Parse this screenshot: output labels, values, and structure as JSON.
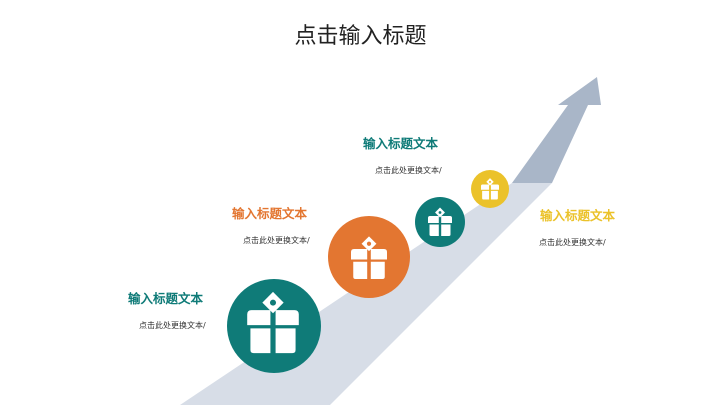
{
  "title": "点击输入标题",
  "colors": {
    "teal": "#0f7b78",
    "orange": "#e37631",
    "yellow": "#ebc22a",
    "band": "#d7dde7",
    "arrow": "#a9b6c8"
  },
  "steps": [
    {
      "heading": "输入标题文本",
      "text": "点击此处更换文本/",
      "color": "#0f7b78",
      "icon": "gift-icon"
    },
    {
      "heading": "输入标题文本",
      "text": "点击此处更换文本/",
      "color": "#e37631",
      "icon": "gift-icon"
    },
    {
      "heading": "输入标题文本",
      "text": "点击此处更换文本/",
      "color": "#0f7b78",
      "icon": "gift-icon"
    },
    {
      "heading": "输入标题文本",
      "text": "点击此处更换文本/",
      "color": "#ebc22a",
      "icon": "gift-icon"
    }
  ]
}
